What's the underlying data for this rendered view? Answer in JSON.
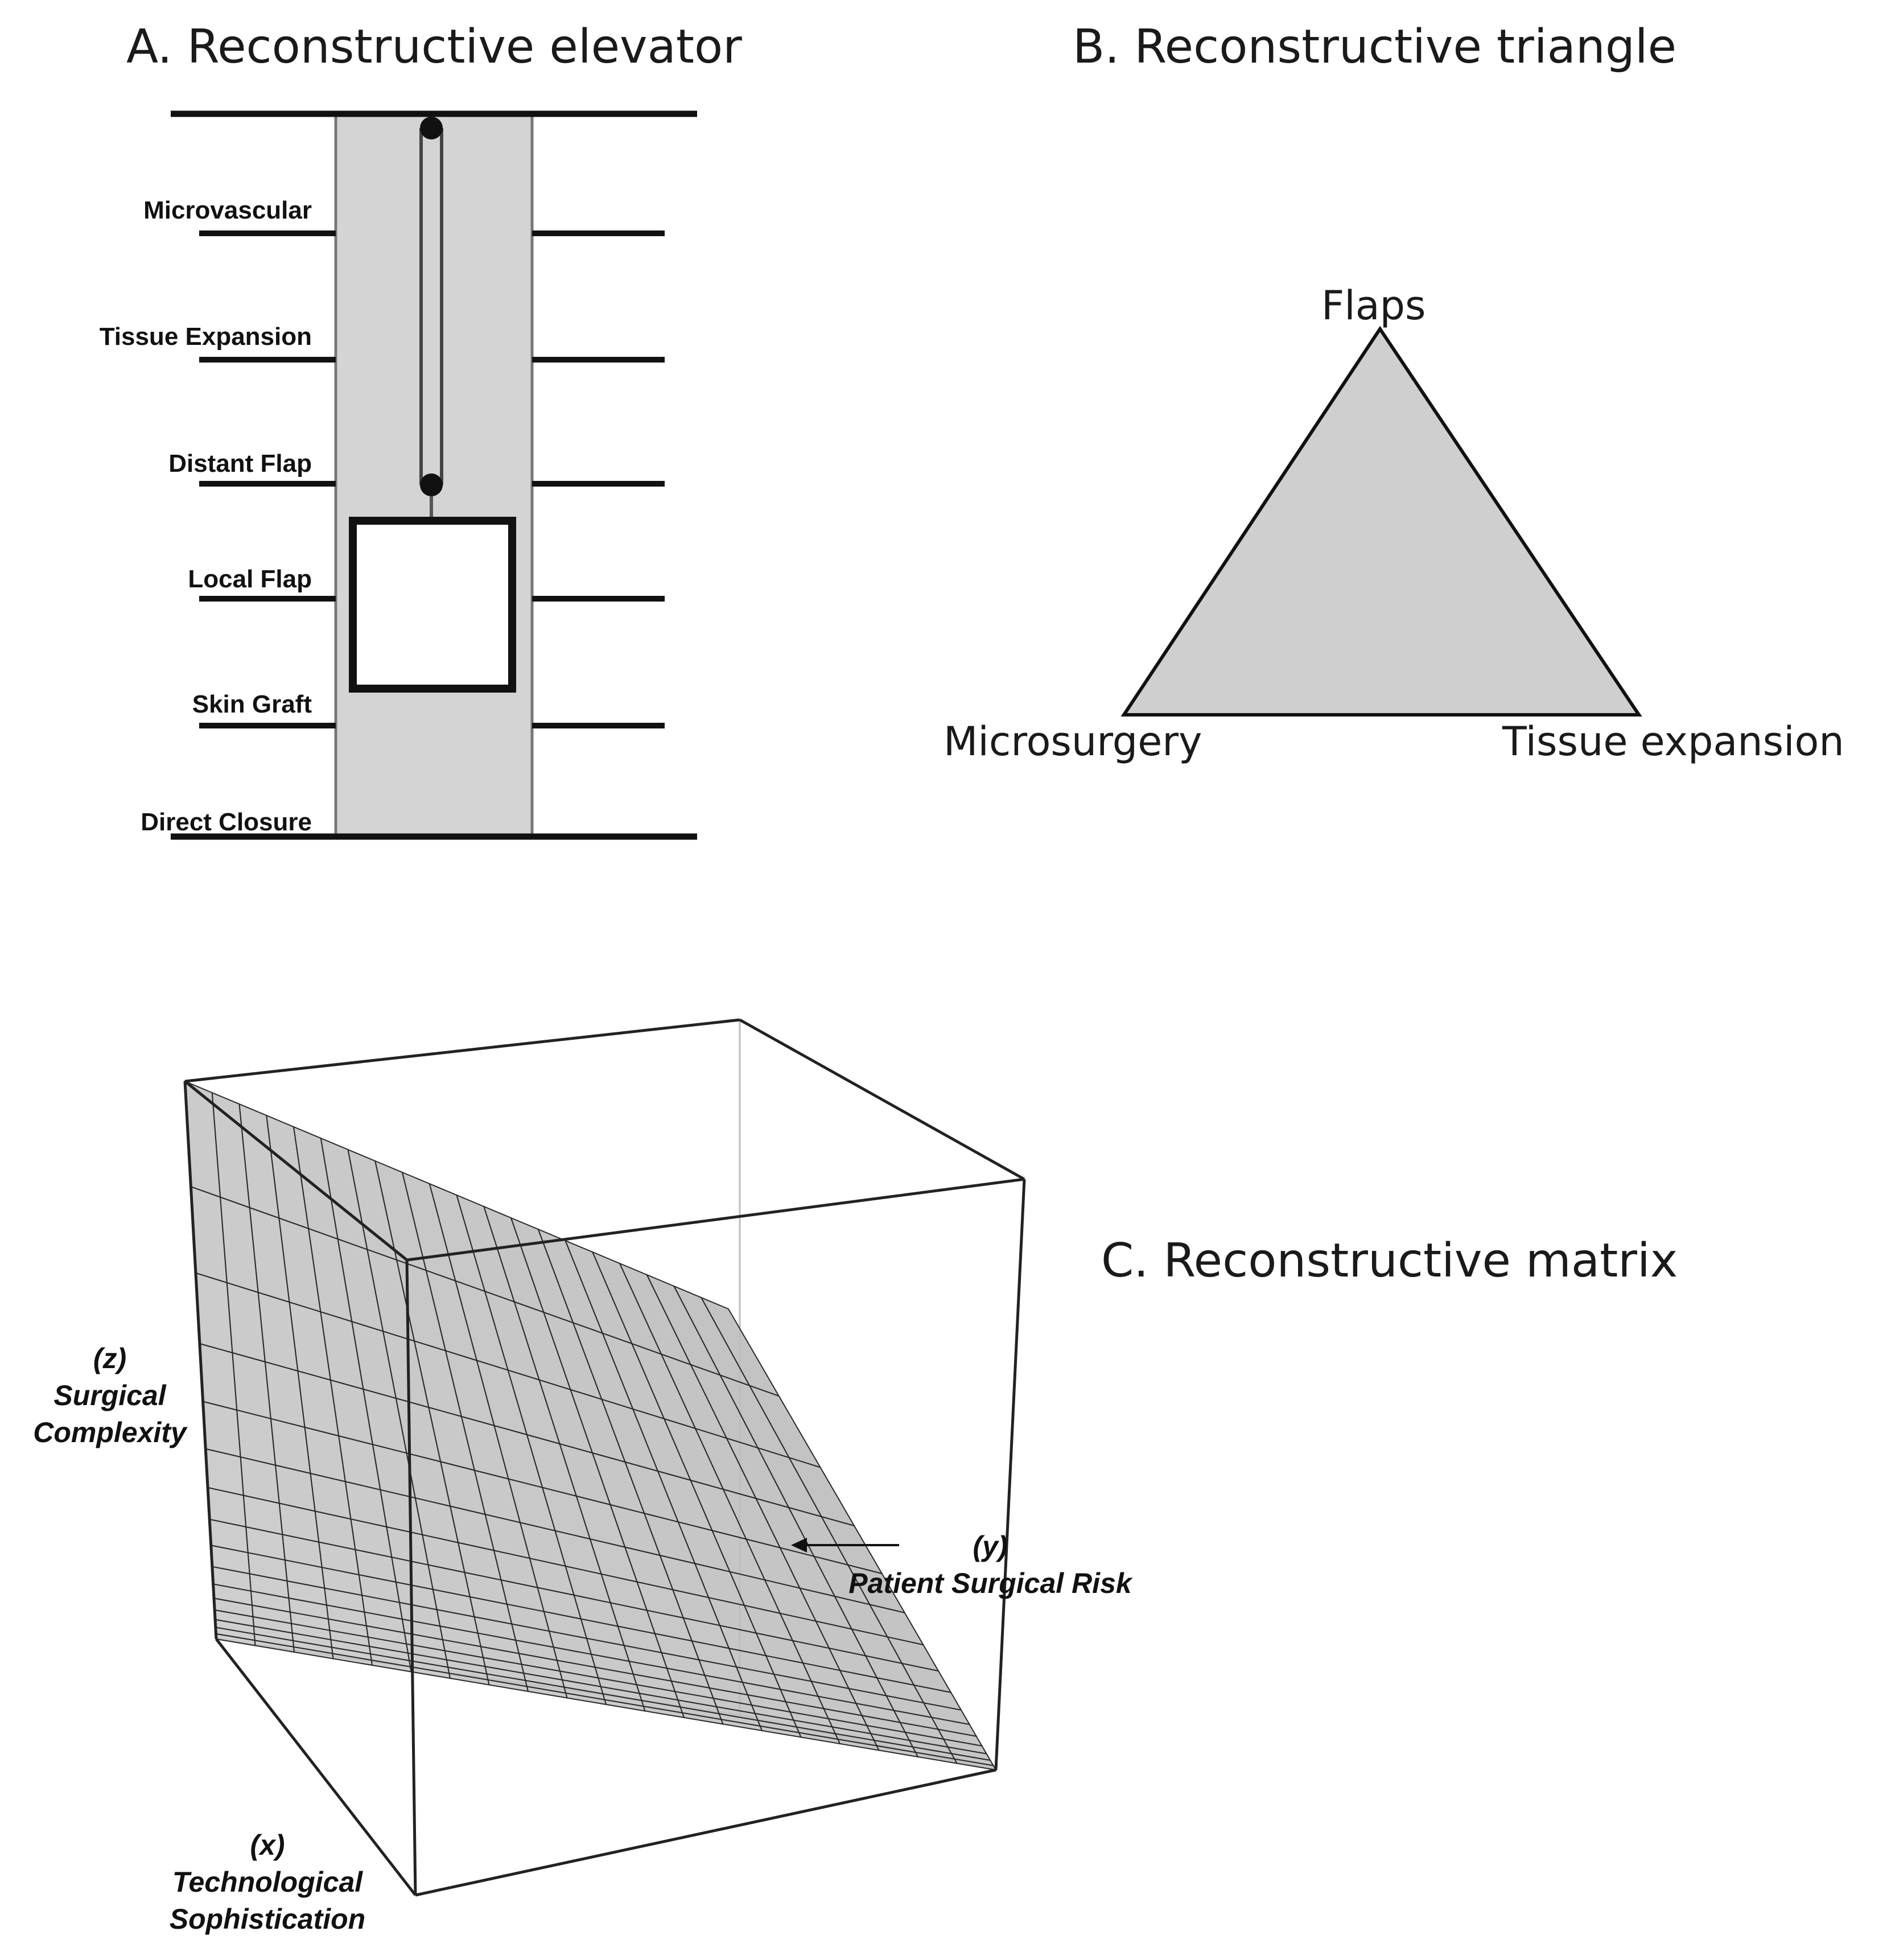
{
  "panel_a": {
    "title": "A. Reconstructive elevator",
    "floors": [
      "Microvascular",
      "Tissue Expansion",
      "Distant Flap",
      "Local Flap",
      "Skin Graft",
      "Direct Closure"
    ]
  },
  "panel_b": {
    "title": "B. Reconstructive triangle",
    "vertices": {
      "top": "Flaps",
      "left": "Microsurgery",
      "right": "Tissue expansion"
    },
    "fill_color": "#cfcfcf"
  },
  "panel_c": {
    "title": "C. Reconstructive matrix",
    "z_axis": {
      "var": "(z)",
      "line1": "Surgical",
      "line2": "Complexity"
    },
    "y_axis": {
      "var": "(y)",
      "line1": "Patient Surgical Risk"
    },
    "x_axis": {
      "var": "(x)",
      "line1": "Technological",
      "line2": "Sophistication"
    },
    "surface_color": "#bdbdbd"
  }
}
